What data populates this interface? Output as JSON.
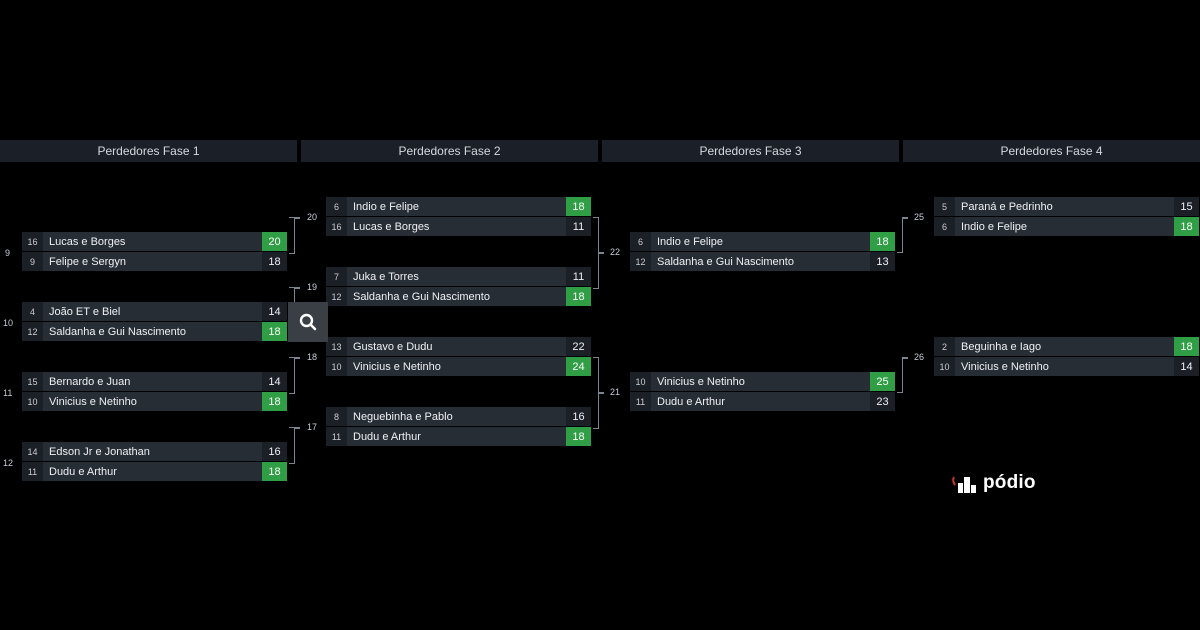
{
  "columns": [
    {
      "title": "Perdedores Fase 1"
    },
    {
      "title": "Perdedores Fase 2"
    },
    {
      "title": "Perdedores Fase 3"
    },
    {
      "title": "Perdedores Fase 4"
    }
  ],
  "matches": [
    {
      "id": "9",
      "teams": [
        {
          "seed": "16",
          "name": "Lucas e Borges",
          "score": "20",
          "winner": true
        },
        {
          "seed": "9",
          "name": "Felipe e Sergyn",
          "score": "18",
          "winner": false
        }
      ]
    },
    {
      "id": "10",
      "teams": [
        {
          "seed": "4",
          "name": "João ET e Biel",
          "score": "14",
          "winner": false
        },
        {
          "seed": "12",
          "name": "Saldanha e Gui Nascimento",
          "score": "18",
          "winner": true
        }
      ]
    },
    {
      "id": "11",
      "teams": [
        {
          "seed": "15",
          "name": "Bernardo e Juan",
          "score": "14",
          "winner": false
        },
        {
          "seed": "10",
          "name": "Vinicius e Netinho",
          "score": "18",
          "winner": true
        }
      ]
    },
    {
      "id": "12",
      "teams": [
        {
          "seed": "14",
          "name": "Edson Jr e Jonathan",
          "score": "16",
          "winner": false
        },
        {
          "seed": "11",
          "name": "Dudu e Arthur",
          "score": "18",
          "winner": true
        }
      ]
    },
    {
      "id": "20",
      "teams": [
        {
          "seed": "6",
          "name": "Indio e Felipe",
          "score": "18",
          "winner": true
        },
        {
          "seed": "16",
          "name": "Lucas e Borges",
          "score": "11",
          "winner": false
        }
      ]
    },
    {
      "id": "19",
      "teams": [
        {
          "seed": "7",
          "name": "Juka e Torres",
          "score": "11",
          "winner": false
        },
        {
          "seed": "12",
          "name": "Saldanha e Gui Nascimento",
          "score": "18",
          "winner": true
        }
      ]
    },
    {
      "id": "18",
      "teams": [
        {
          "seed": "13",
          "name": "Gustavo e Dudu",
          "score": "22",
          "winner": false
        },
        {
          "seed": "10",
          "name": "Vinicius e Netinho",
          "score": "24",
          "winner": true
        }
      ]
    },
    {
      "id": "17",
      "teams": [
        {
          "seed": "8",
          "name": "Neguebinha e Pablo",
          "score": "16",
          "winner": false
        },
        {
          "seed": "11",
          "name": "Dudu e Arthur",
          "score": "18",
          "winner": true
        }
      ]
    },
    {
      "id": "22",
      "teams": [
        {
          "seed": "6",
          "name": "Indio e Felipe",
          "score": "18",
          "winner": true
        },
        {
          "seed": "12",
          "name": "Saldanha e Gui Nascimento",
          "score": "13",
          "winner": false
        }
      ]
    },
    {
      "id": "21",
      "teams": [
        {
          "seed": "10",
          "name": "Vinicius e Netinho",
          "score": "25",
          "winner": true
        },
        {
          "seed": "11",
          "name": "Dudu e Arthur",
          "score": "23",
          "winner": false
        }
      ]
    },
    {
      "id": "25",
      "teams": [
        {
          "seed": "5",
          "name": "Paraná e Pedrinho",
          "score": "15",
          "winner": false
        },
        {
          "seed": "6",
          "name": "Indio e Felipe",
          "score": "18",
          "winner": true
        }
      ]
    },
    {
      "id": "26",
      "teams": [
        {
          "seed": "2",
          "name": "Beguinha e Iago",
          "score": "18",
          "winner": true
        },
        {
          "seed": "10",
          "name": "Vinicius e Netinho",
          "score": "14",
          "winner": false
        }
      ]
    }
  ],
  "logo": {
    "text": "pódio",
    "icon": "bar-chart-icon"
  },
  "search": {
    "icon": "search-icon"
  },
  "colors": {
    "background": "#000000",
    "header": "#1b2028",
    "row": "#272d35",
    "winner": "#2f9e44"
  }
}
